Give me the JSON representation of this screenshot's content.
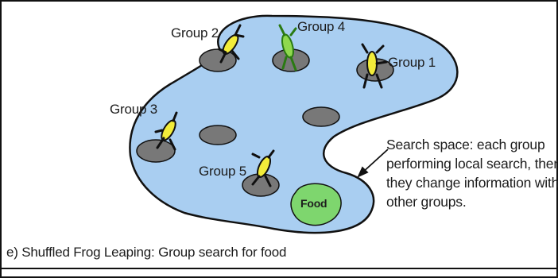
{
  "groups": {
    "g1": "Group 1",
    "g2": "Group 2",
    "g3": "Group 3",
    "g4": "Group 4",
    "g5": "Group 5"
  },
  "food_label": "Food",
  "description": [
    "Search space: each group",
    "performing local search, then",
    "they change information with",
    "other groups."
  ],
  "caption": "e) Shuffled Frog Leaping: Group search for food",
  "colors": {
    "water": "#a9cef1",
    "stone": "#787878",
    "food": "#7ed66e",
    "frog_yellow": "#f2ec3a",
    "frog_green": "#8fd94e",
    "frog_dark": "#101010"
  }
}
